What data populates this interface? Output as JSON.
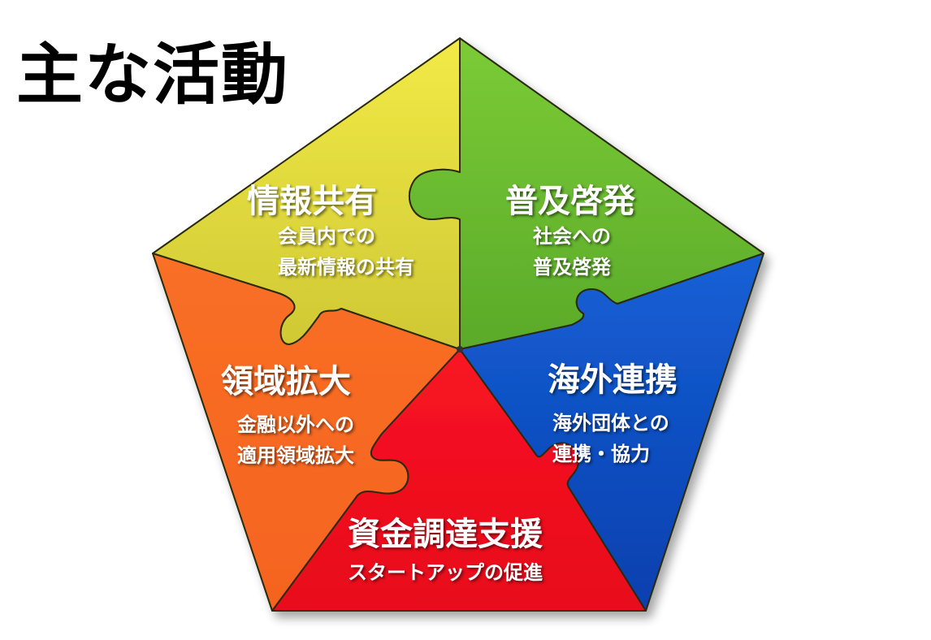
{
  "title": "主な活動",
  "colors": {
    "info_share": "#d9d036",
    "promotion": "#6cbd2f",
    "overseas": "#0e4fc0",
    "funding": "#f0101e",
    "expansion": "#f76a22",
    "background": "#ffffff"
  },
  "segments": [
    {
      "id": "info_share",
      "head": "情報共有",
      "sub": [
        "会員内での",
        "最新情報の共有"
      ]
    },
    {
      "id": "promotion",
      "head": "普及啓発",
      "sub": [
        "社会への",
        "普及啓発"
      ]
    },
    {
      "id": "overseas",
      "head": "海外連携",
      "sub": [
        "海外団体との",
        "連携・協力"
      ]
    },
    {
      "id": "funding",
      "head": "資金調達支援",
      "sub": [
        "スタートアップの促進"
      ]
    },
    {
      "id": "expansion",
      "head": "領域拡大",
      "sub": [
        "金融以外への",
        "適用領域拡大"
      ]
    }
  ]
}
